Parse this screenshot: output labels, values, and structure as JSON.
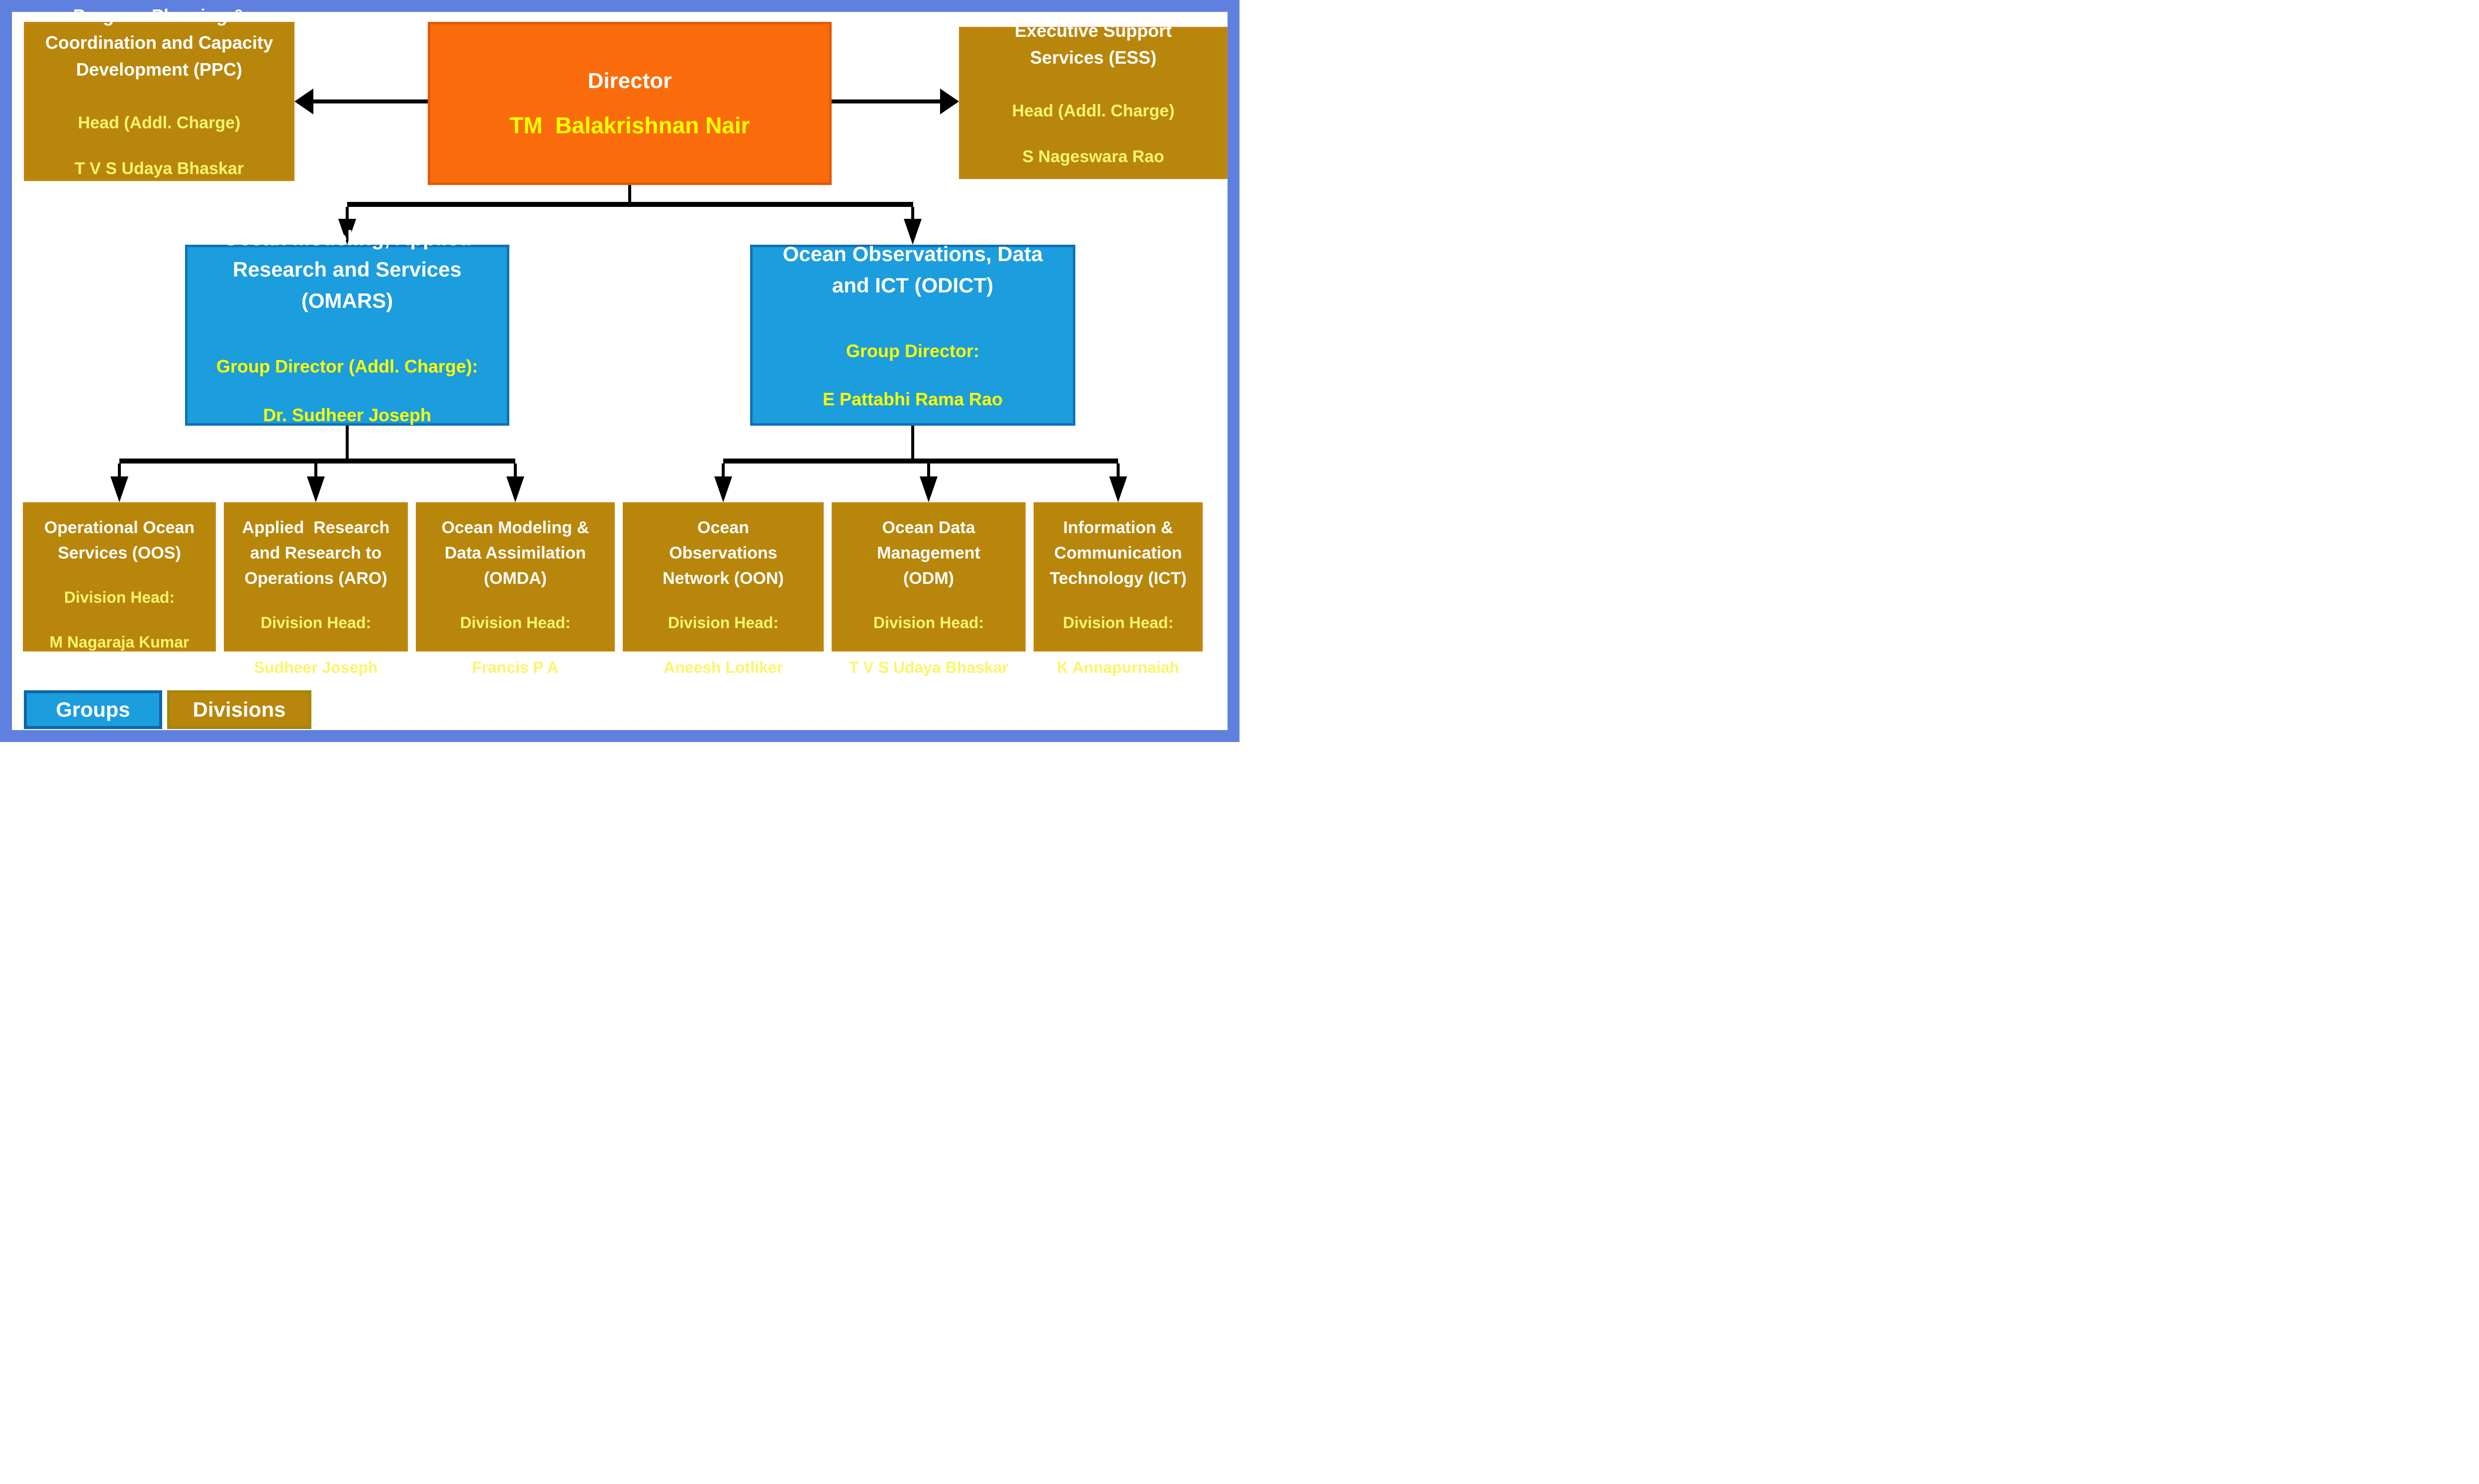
{
  "director": {
    "title": "Director",
    "name": "TM  Balakrishnan Nair"
  },
  "ppc": {
    "title": "Program Planning &\nCoordination and Capacity\nDevelopment (PPC)",
    "role": "Head (Addl. Charge)",
    "head": "T V S Udaya Bhaskar"
  },
  "ess": {
    "title": "Executive Support\nServices (ESS)",
    "role": "Head (Addl. Charge)",
    "head": "S Nageswara Rao"
  },
  "groups": [
    {
      "title": "Ocean Modeling, Applied\nResearch and Services\n(OMARS)",
      "role": "Group Director (Addl. Charge):",
      "head": "Dr. Sudheer Joseph"
    },
    {
      "title": "Ocean Observations, Data\nand ICT (ODICT)",
      "role": "Group Director:",
      "head": "E Pattabhi Rama Rao"
    }
  ],
  "divisions": [
    {
      "title": "Operational Ocean\nServices (OOS)",
      "role": "Division Head:",
      "head": "M Nagaraja Kumar"
    },
    {
      "title": "Applied  Research\nand Research to\nOperations (ARO)",
      "role": "Division Head:",
      "head": "Sudheer Joseph"
    },
    {
      "title": "Ocean Modeling &\nData Assimilation\n(OMDA)",
      "role": "Division Head:",
      "head": "Francis P A"
    },
    {
      "title": "Ocean\nObservations\nNetwork (OON)",
      "role": "Division Head:",
      "head": "Aneesh Lotliker"
    },
    {
      "title": "Ocean Data\nManagement\n(ODM)",
      "role": "Division Head:",
      "head": "T V S Udaya Bhaskar"
    },
    {
      "title": "Information &\nCommunication\nTechnology (ICT)",
      "role": "Division Head:",
      "head": "K Annapurnaiah"
    }
  ],
  "legend": {
    "groups_label": "Groups",
    "divisions_label": "Divisions"
  },
  "colors": {
    "frame": "#6080df",
    "director-fill": "#fa6c0b",
    "director-border": "#e05a0a",
    "group-fill": "#1b9dde",
    "group-border": "#1171b5",
    "division-fill": "#b8860b",
    "division-border": "#c5830d",
    "legend-blue-border": "#0d67a7",
    "legend-gold-border": "#a5860a",
    "title-text": "#ffffff",
    "bright-yellow": "#ffff00",
    "light-yellow": "#faf56a",
    "line-black": "#000000"
  }
}
